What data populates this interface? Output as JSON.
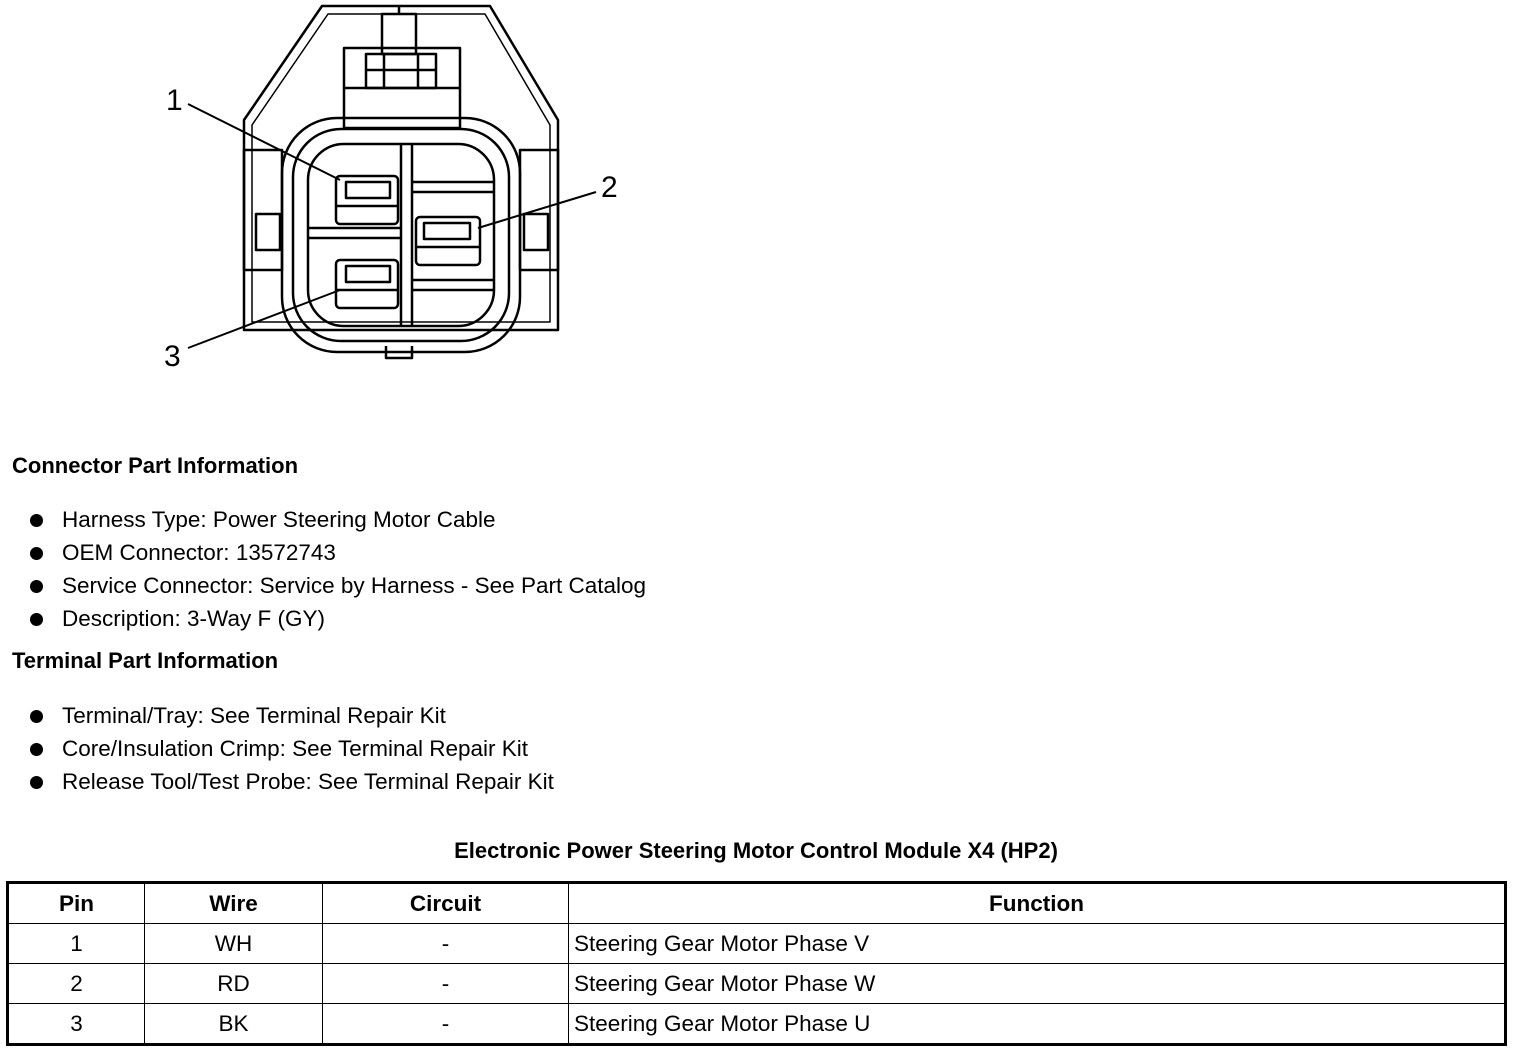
{
  "diagram": {
    "callouts": [
      "1",
      "2",
      "3"
    ]
  },
  "connector_info": {
    "title": "Connector Part Information",
    "items": [
      "Harness Type: Power Steering Motor Cable",
      "OEM Connector: 13572743",
      "Service Connector: Service by Harness - See Part Catalog",
      "Description: 3-Way F (GY)"
    ]
  },
  "terminal_info": {
    "title": "Terminal Part Information",
    "items": [
      "Terminal/Tray: See Terminal Repair Kit",
      "Core/Insulation Crimp: See Terminal Repair Kit",
      "Release Tool/Test Probe: See Terminal Repair Kit"
    ]
  },
  "pin_table": {
    "caption": "Electronic Power Steering Motor Control Module X4 (HP2)",
    "headers": [
      "Pin",
      "Wire",
      "Circuit",
      "Function"
    ],
    "rows": [
      [
        "1",
        "WH",
        "-",
        "Steering Gear Motor Phase V"
      ],
      [
        "2",
        "RD",
        "-",
        "Steering Gear Motor Phase W"
      ],
      [
        "3",
        "BK",
        "-",
        "Steering Gear Motor Phase U"
      ]
    ]
  }
}
